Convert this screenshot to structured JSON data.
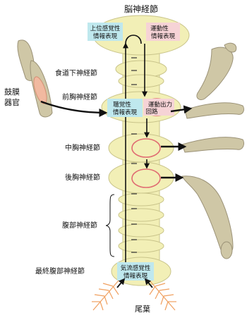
{
  "labels": {
    "brain": "脳神経節",
    "subesophageal": "食道下神経節",
    "prothoracic": "前胸神経節",
    "mesothoracic": "中胸神経節",
    "metathoracic": "後胸神経節",
    "abdominal": "腹部神経節",
    "terminal_abdominal": "最終腹部神経節",
    "tympanal_line1": "鼓膜",
    "tympanal_line2": "器官",
    "cercus": "尾葉"
  },
  "boxes": {
    "higher_sensory_line1": "上位感覚性",
    "higher_sensory_line2": "情報表現",
    "motor_line1": "運動性",
    "motor_line2": "情報表現",
    "auditory_line1": "聴覚性",
    "auditory_line2": "情報表現",
    "motor_output_line1": "運動出力",
    "motor_output_line2": "回路",
    "wind_sensory_line1": "気流感覚性",
    "wind_sensory_line2": "情報表現"
  },
  "colors": {
    "ganglion": "#f2efb6",
    "ganglion_stroke": "#c9c48a",
    "leg": "#cfc7a6",
    "leg_stroke": "#9b9277",
    "sensory_box": "#bfe8ee",
    "motor_box": "#f6d3d6",
    "motor_ring": "#e06b72",
    "arrow": "#111111",
    "tympanal": "#f1b9a0",
    "cercus": "#f0a060"
  }
}
